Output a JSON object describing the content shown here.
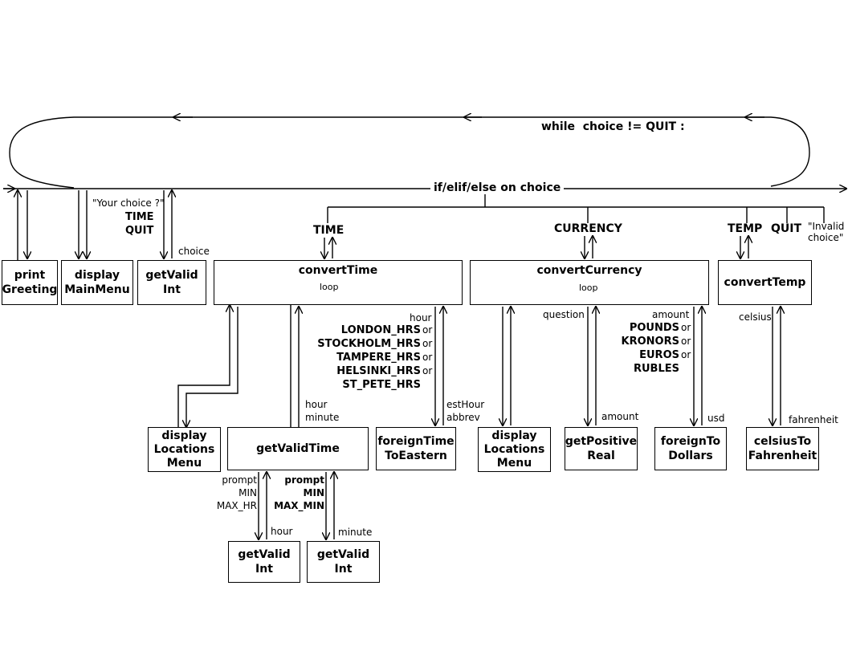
{
  "loop_label": "while  choice != QUIT :",
  "branch_label": "if/elif/else on choice",
  "branches": {
    "time": "TIME",
    "currency": "CURRENCY",
    "temp": "TEMP",
    "quit": "QUIT",
    "invalid": "\"Invalid\nchoice\""
  },
  "main_labels": {
    "your_choice": "\"Your choice ?\"",
    "time_quit": "TIME\nQUIT",
    "choice": "choice"
  },
  "modules": {
    "print_greeting": "print\nGreeting",
    "display_main_menu": "display\nMainMenu",
    "get_valid_int_main": "getValid\nInt",
    "convert_time": "convertTime",
    "convert_currency": "convertCurrency",
    "convert_temp": "convertTemp",
    "loop_time": "loop",
    "loop_currency": "loop",
    "display_locations_menu_time": "display\nLocations\nMenu",
    "get_valid_time": "getValidTime",
    "foreign_time_to_eastern": "foreignTime\nToEastern",
    "display_locations_menu_currency": "display\nLocations\nMenu",
    "get_positive_real": "getPositive\nReal",
    "foreign_to_dollars": "foreignTo\nDollars",
    "celsius_to_fahrenheit": "celsiusTo\nFahrenheit",
    "get_valid_int_hour": "getValid\nInt",
    "get_valid_int_minute": "getValid\nInt"
  },
  "flows": {
    "time_hour": "hour",
    "time_locations": "LONDON_HRS\nSTOCKHOLM_HRS\nTAMPERE_HRS\nHELSINKI_HRS\nST_PETE_HRS",
    "time_ors": "or\nor\nor\nor",
    "hour_minute": "hour\nminute",
    "est_hour_abbrev": "estHour\nabbrev",
    "prompt_min_maxhr": "prompt\nMIN\nMAX_HR",
    "prompt_min_maxmin": "prompt\nMIN\nMAX_MIN",
    "hour": "hour",
    "minute": "minute",
    "question": "question",
    "amount_in": "amount",
    "currencies": "POUNDS\nKRONORS\nEUROS\nRUBLES",
    "currency_ors": "or\nor\nor",
    "amount_out": "amount",
    "usd": "usd",
    "celsius": "celsius",
    "fahrenheit": "fahrenheit"
  }
}
